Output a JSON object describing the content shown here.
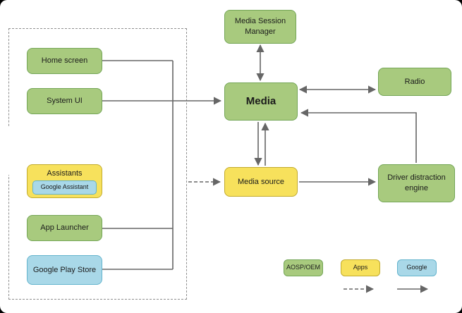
{
  "diagram": {
    "group": {
      "home_screen": "Home screen",
      "system_ui": "System UI",
      "assistants": "Assistants",
      "google_assistant": "Google Assistant",
      "app_launcher": "App Launcher",
      "google_play_store": "Google Play Store"
    },
    "nodes": {
      "media_session_manager": "Media Session Manager",
      "media": "Media",
      "radio": "Radio",
      "media_source": "Media source",
      "driver_distraction_engine": "Driver distraction engine"
    },
    "legend": {
      "aosp_oem": "AOSP/OEM",
      "apps": "Apps",
      "google": "Google"
    },
    "colors": {
      "aosp_oem_green": "#a8ca7e",
      "apps_yellow": "#f7e15c",
      "google_blue": "#a9d8e8",
      "arrow_gray": "#666666",
      "dashed_outline_gray": "#8f8f8f"
    }
  }
}
